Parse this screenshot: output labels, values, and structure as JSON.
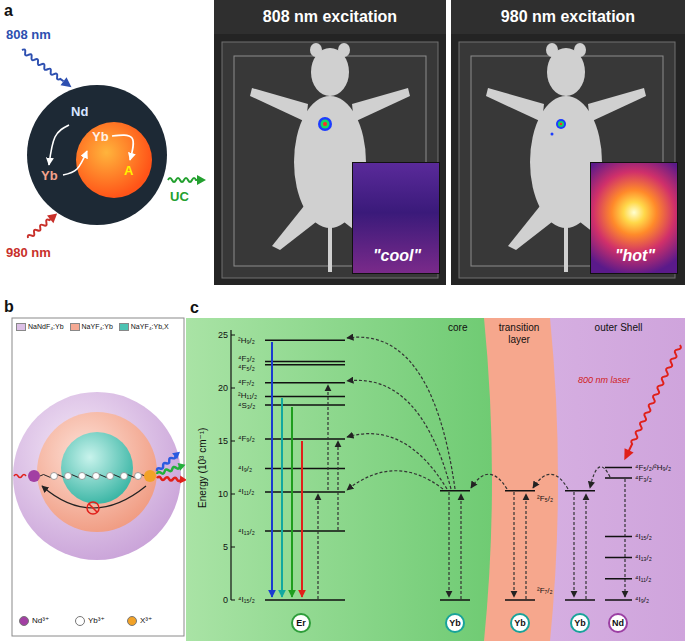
{
  "diagram": {
    "nodes": [
      {
        "text": [
          "Nd",
          "Yb"
        ]
      },
      {
        "text": [
          "Yb",
          "A"
        ],
        "in": 0
      },
      {
        "text": [
          "808 nm excitation"
        ]
      },
      {
        "text": [
          "\"cool\""
        ],
        "in": 2
      },
      {
        "text": [
          "980 nm excitation"
        ]
      },
      {
        "text": [
          "\"hot\""
        ],
        "in": 4
      },
      {
        "text": [
          "core"
        ]
      },
      {
        "text": [
          "transition layer"
        ]
      },
      {
        "text": [
          "outer Shell"
        ]
      },
      {
        "text": [
          "Er"
        ],
        "in": 6
      },
      {
        "text": [
          "Yb"
        ],
        "in": 6
      },
      {
        "text": [
          "Yb"
        ],
        "in": 7
      },
      {
        "text": [
          "Yb"
        ],
        "in": 8
      },
      {
        "text": [
          "Nd"
        ],
        "in": 8
      }
    ],
    "labels": [
      "a",
      "b",
      "c",
      "808 nm",
      "980 nm",
      "UC",
      "Energy (10³ cm⁻¹)",
      "25",
      "20",
      "15",
      "10",
      "5",
      "0",
      "²H₉/₂",
      "⁴F₃/₂",
      "⁴F₅/₂",
      "⁴F₇/₂",
      "²H₁₁/₂",
      "⁴S₃/₂",
      "⁴F₉/₂",
      "⁴I₉/₂",
      "⁴I₁₁/₂",
      "⁴I₁₃/₂",
      "⁴I₁₅/₂",
      "²F₅/₂",
      "²F₇/₂",
      "⁴F₅/₂/²H₉/₂",
      "⁴F₃/₂",
      "⁴I₁₅/₂",
      "⁴I₁₃/₂",
      "⁴I₁₁/₂",
      "⁴I₉/₂",
      "800 nm laser"
    ],
    "legend": [
      {
        "text": "NaNdF₄:Yb",
        "color": "#dcc0e6"
      },
      {
        "text": "NaYF₄:Yb",
        "color": "#f5a993"
      },
      {
        "text": "NaYF₄:Yb,X",
        "color": "#4cc3b3"
      },
      {
        "text": "Nd³⁺",
        "color": "#a23fa3"
      },
      {
        "text": "Yb³⁺",
        "color": "#ffffff"
      },
      {
        "text": "X³⁺",
        "color": "#f2a227"
      }
    ]
  }
}
